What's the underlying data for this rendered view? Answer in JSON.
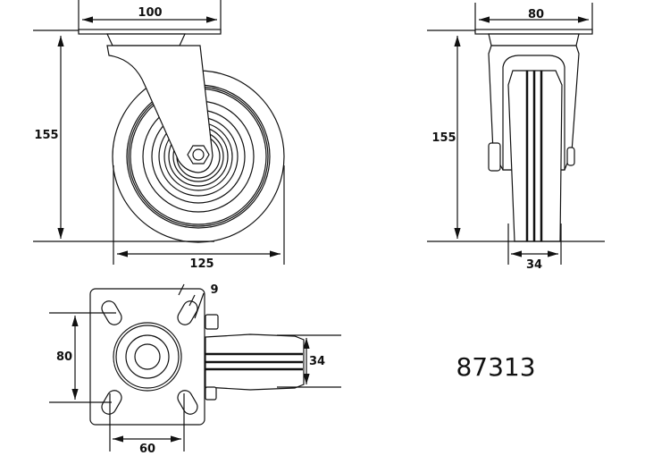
{
  "title": "Swivel caster technical drawing",
  "model_number": "87313",
  "dimensions": {
    "side_plate_width": "100",
    "side_height": "155",
    "wheel_diameter": "125",
    "front_plate_width": "80",
    "front_height": "155",
    "wheel_width_front": "34",
    "slot_width": "9",
    "hole_spacing_vertical": "80",
    "hole_spacing_horizontal": "60",
    "wheel_width_bottom": "34"
  }
}
